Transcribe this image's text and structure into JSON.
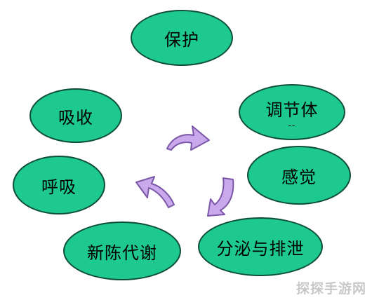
{
  "nodes": {
    "protect": "保护",
    "absorb": "吸收",
    "temperature": "调节体",
    "temperature_sub": "--",
    "sense": "感觉",
    "breath": "呼吸",
    "metabolism": "新陈代谢",
    "secretion": "分泌与排泄"
  },
  "watermark": "探探手游网",
  "colors": {
    "node_fill": "#1dc98f",
    "node_border": "#0e4f36",
    "arrow_fill": "#c9a8ec",
    "arrow_stroke": "#7a57a8"
  }
}
